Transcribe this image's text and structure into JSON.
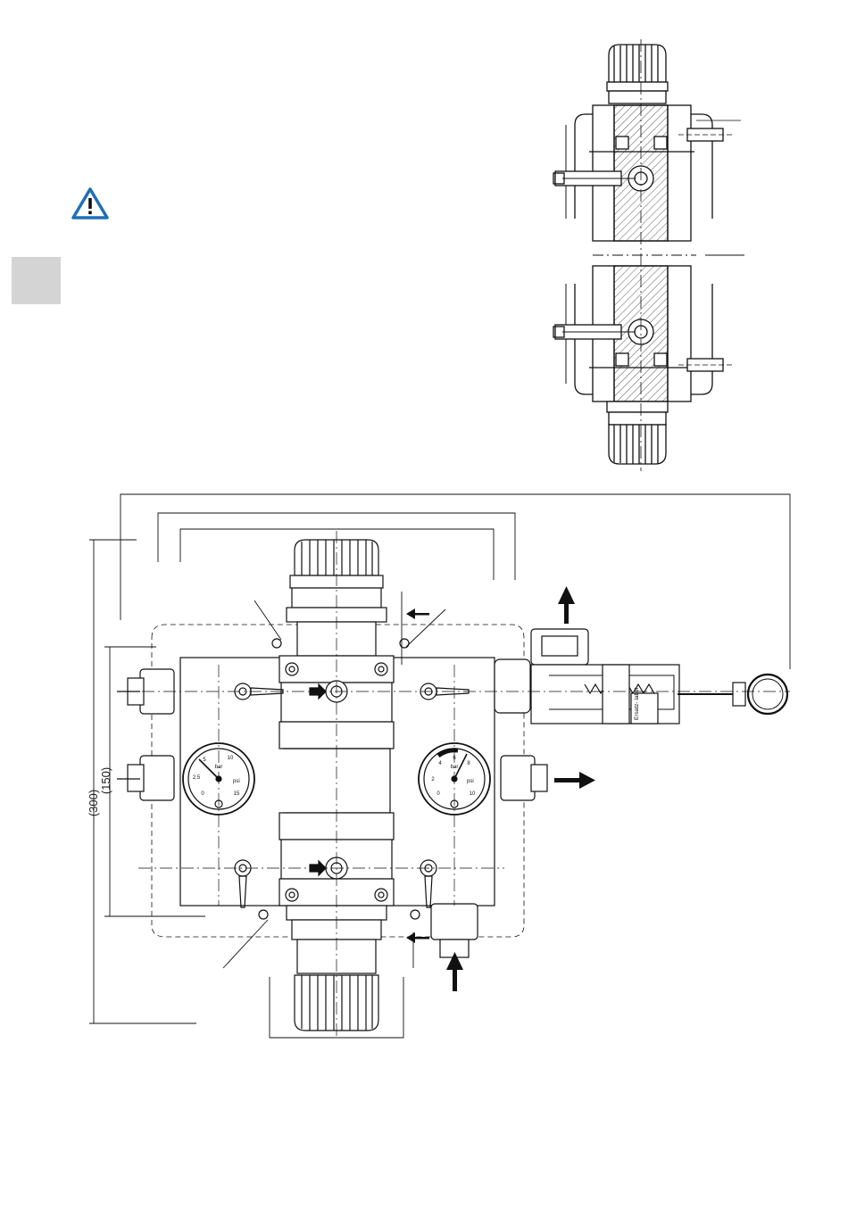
{
  "page": {
    "warning_icon": "warning-triangle-icon",
    "warning_color": "#1f6fb5",
    "section_tab_color": "#d4d4d4"
  },
  "drawing": {
    "dimensions": {
      "height_outer": "(300)",
      "height_inner": "(150)"
    },
    "labels": {
      "valve_label": "Ersatz-\nlabel",
      "gauge_unit": "bar",
      "gauge_unit_alt": "psi"
    },
    "gauge_left": {
      "ticks": [
        "0",
        "2.5",
        "5",
        "10",
        "15"
      ]
    },
    "gauge_right": {
      "ticks": [
        "0",
        "2",
        "4",
        "6",
        "8",
        "10"
      ]
    }
  }
}
